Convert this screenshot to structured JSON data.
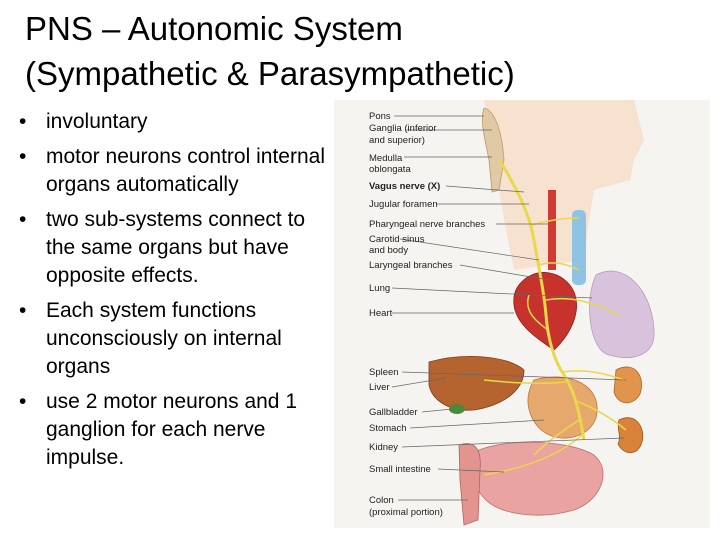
{
  "title": {
    "line1": "PNS – Autonomic System",
    "line2": "(Sympathetic & Parasympathetic)"
  },
  "bullets": [
    "involuntary",
    "motor neurons control internal organs automatically",
    "two sub-systems connect to the same organs but have opposite effects.",
    "Each system functions unconsciously on internal organs",
    "use 2 motor neurons and 1 ganglion for each nerve impulse."
  ],
  "bullet_symbol": "•",
  "diagram": {
    "labels": {
      "pons": "Pons",
      "ganglia_1": "Ganglia (inferior",
      "ganglia_2": "and superior)",
      "medulla_1": "Medulla",
      "medulla_2": "oblongata",
      "vagus": "Vagus nerve (X)",
      "jugular": "Jugular foramen",
      "pharyngeal": "Pharyngeal nerve branches",
      "carotid_1": "Carotid sinus",
      "carotid_2": "and body",
      "laryngeal": "Laryngeal branches",
      "lung": "Lung",
      "heart": "Heart",
      "spleen": "Spleen",
      "liver": "Liver",
      "gallbladder": "Gallbladder",
      "stomach": "Stomach",
      "kidney": "Kidney",
      "small_intestine": "Small intestine",
      "colon_1": "Colon",
      "colon_2": "(proximal portion)"
    },
    "colors": {
      "nerve": "#e8d84a",
      "heart": "#c8322c",
      "lung": "#d9c3dc",
      "liver": "#b5642f",
      "stomach": "#e6a86c",
      "intestine": "#e9a3a0",
      "kidney": "#d9823a",
      "skin": "#f7dcc4"
    }
  }
}
